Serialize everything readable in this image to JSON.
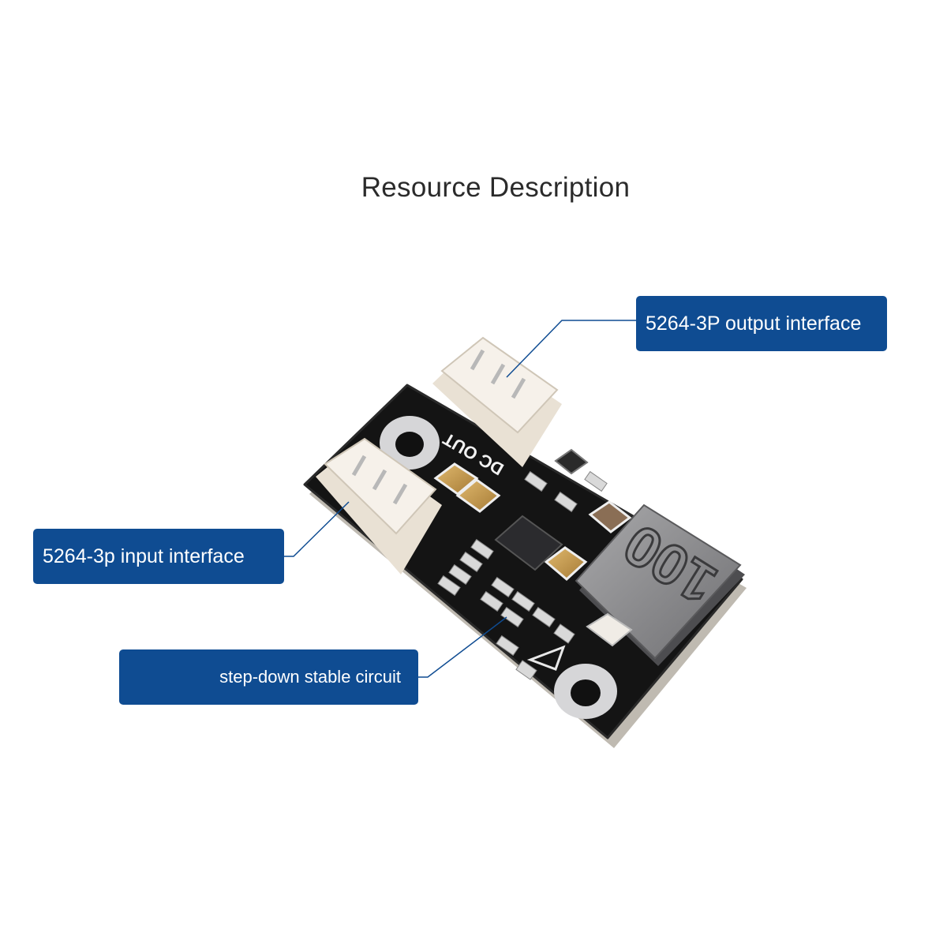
{
  "title": "Resource Description",
  "callouts": {
    "output": "5264-3P output interface",
    "input": "5264-3p input interface",
    "step_down": "step-down stable circuit"
  },
  "board": {
    "silkscreen_label": "DC OUT",
    "inductor_marking": "100"
  },
  "colors": {
    "callout_bg": "#0f4c92",
    "callout_text": "#ffffff",
    "pcb": "#141414",
    "connector": "#f2ebe2",
    "inductor": "#8a8a8c",
    "capacitor": "#c9a05a"
  }
}
